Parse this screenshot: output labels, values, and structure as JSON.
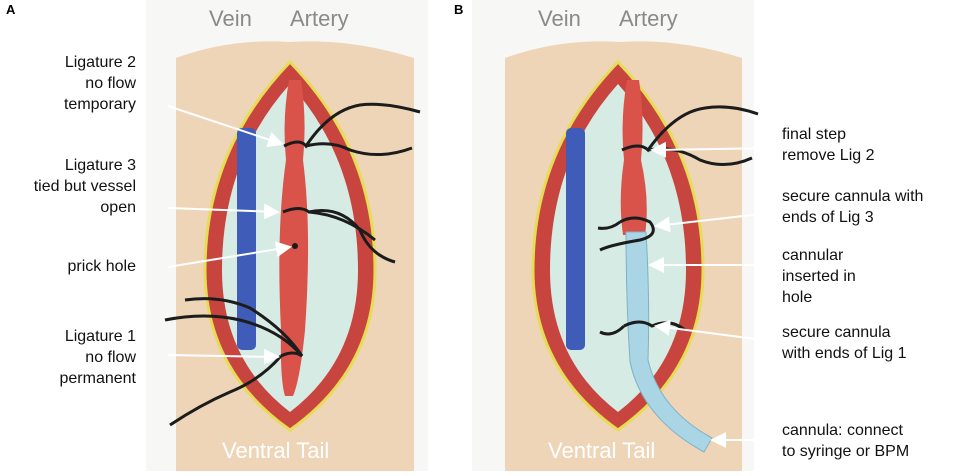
{
  "panels": [
    {
      "letter": "A",
      "vein_label": "Vein",
      "artery_label": "Artery",
      "footer_label": "Ventral Tail",
      "annotations": [
        {
          "id": "ligature-2",
          "lines": [
            "Ligature 2",
            "no flow",
            "temporary"
          ]
        },
        {
          "id": "ligature-3",
          "lines": [
            "Ligature 3",
            "tied but vessel",
            "open"
          ]
        },
        {
          "id": "prick-hole",
          "lines": [
            "prick hole"
          ]
        },
        {
          "id": "ligature-1",
          "lines": [
            "Ligature 1",
            "no flow",
            "permanent"
          ]
        }
      ]
    },
    {
      "letter": "B",
      "vein_label": "Vein",
      "artery_label": "Artery",
      "footer_label": "Ventral Tail",
      "annotations": [
        {
          "id": "final-step",
          "lines": [
            "final step",
            "remove Lig 2"
          ]
        },
        {
          "id": "secure-lig3",
          "lines": [
            "secure cannula with",
            "ends of Lig 3"
          ]
        },
        {
          "id": "cannula-inserted",
          "lines": [
            "cannular",
            "inserted in",
            "hole"
          ]
        },
        {
          "id": "secure-lig1",
          "lines": [
            "secure cannula",
            "with ends of Lig 1"
          ]
        },
        {
          "id": "cannula-connect",
          "lines": [
            "cannula: connect",
            "to syringe or BPM"
          ]
        }
      ]
    }
  ],
  "colors": {
    "skin": "#f0d6bb",
    "fascia": "#d9ebe5",
    "muscle": "#c94a43",
    "edge_yellow": "#e8de55",
    "vein": "#3d58b4",
    "artery": "#d9534a",
    "ligature": "#1c1c1c",
    "cannula": "#a9d6e6"
  }
}
